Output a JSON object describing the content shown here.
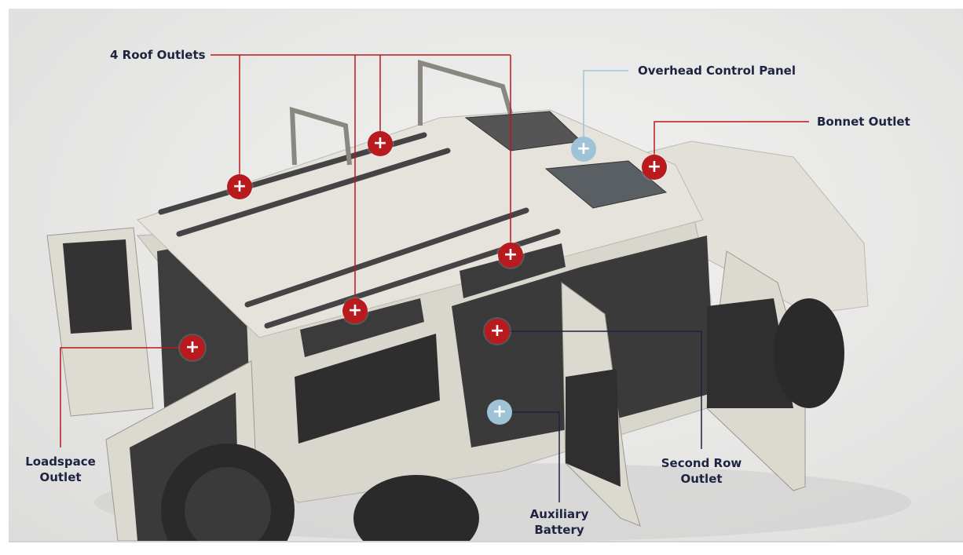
{
  "colors": {
    "outlet": "#b91a1e",
    "auxiliary": "#9fc3d6",
    "label": "#1d2340"
  },
  "labels": {
    "roof": "4 Roof Outlets",
    "overhead": "Overhead Control Panel",
    "bonnet": "Bonnet Outlet",
    "loadspace": [
      "Loadspace",
      "Outlet"
    ],
    "second_row": [
      "Second Row",
      "Outlet"
    ],
    "aux_battery": [
      "Auxiliary",
      "Battery"
    ]
  },
  "marker_symbol": "+"
}
